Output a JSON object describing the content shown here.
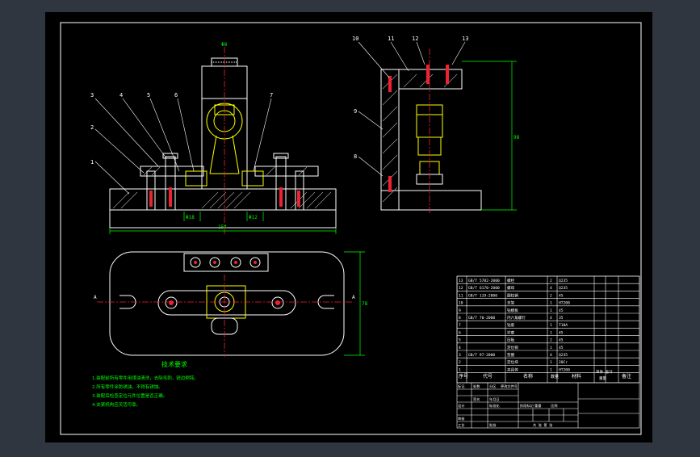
{
  "drawing": {
    "balloons_front": [
      "3",
      "4",
      "5",
      "6",
      "7",
      "2",
      "1"
    ],
    "balloons_side": [
      "10",
      "11",
      "12",
      "13",
      "9",
      "8"
    ],
    "dims": {
      "top_center": "Φ8",
      "front_width": "154",
      "front_left_bore": "Φ18",
      "front_right_bore": "Φ12",
      "side_height": "98",
      "plan_height": "78"
    },
    "section_marks": [
      "A",
      "A"
    ]
  },
  "notes": {
    "heading": "技术要求",
    "lines": [
      "1.装配前所有零件用煤油清洗，去除毛刺，锐边倒钝。",
      "2.所有零件涂防锈油，不得有锈蚀。",
      "3.装配后检查定位元件位置是否正确。",
      "4.夹紧机构应灵活可靠。"
    ]
  },
  "bom": {
    "rows": [
      [
        "13",
        "GB/T 5782-2000",
        "螺栓",
        "2",
        "Q235",
        ""
      ],
      [
        "12",
        "GB/T 6170-2000",
        "螺母",
        "4",
        "Q235",
        ""
      ],
      [
        "11",
        "GB/T 119-2000",
        "圆柱销",
        "2",
        "45",
        ""
      ],
      [
        "10",
        "",
        "支架",
        "1",
        "HT200",
        ""
      ],
      [
        "9",
        "",
        "钻模板",
        "1",
        "45",
        ""
      ],
      [
        "8",
        "GB/T 70-2000",
        "内六角螺钉",
        "4",
        "35",
        ""
      ],
      [
        "7",
        "",
        "钻套",
        "1",
        "T10A",
        ""
      ],
      [
        "6",
        "",
        "衬套",
        "1",
        "45",
        ""
      ],
      [
        "5",
        "",
        "压板",
        "2",
        "45",
        ""
      ],
      [
        "4",
        "",
        "定位销",
        "1",
        "45",
        ""
      ],
      [
        "3",
        "GB/T 97-2000",
        "垫圈",
        "4",
        "Q235",
        ""
      ],
      [
        "2",
        "",
        "定位块",
        "1",
        "20Cr",
        ""
      ],
      [
        "1",
        "",
        "夹具体",
        "1",
        "HT200",
        ""
      ]
    ],
    "header": {
      "seq": "序号",
      "code": "代号",
      "name": "名称",
      "qty": "数量",
      "material": "材料",
      "weight": "单件 总计",
      "weight_sub": "重量",
      "remark": "备注"
    }
  },
  "title_block": {
    "labels": [
      "标记",
      "处数",
      "分区",
      "更改文件号",
      "签名",
      "年月日",
      "设计",
      "标准化",
      "阶段标记",
      "重量",
      "比例",
      "审核",
      "工艺",
      "批准"
    ],
    "sheet": "共 张 第 张"
  }
}
